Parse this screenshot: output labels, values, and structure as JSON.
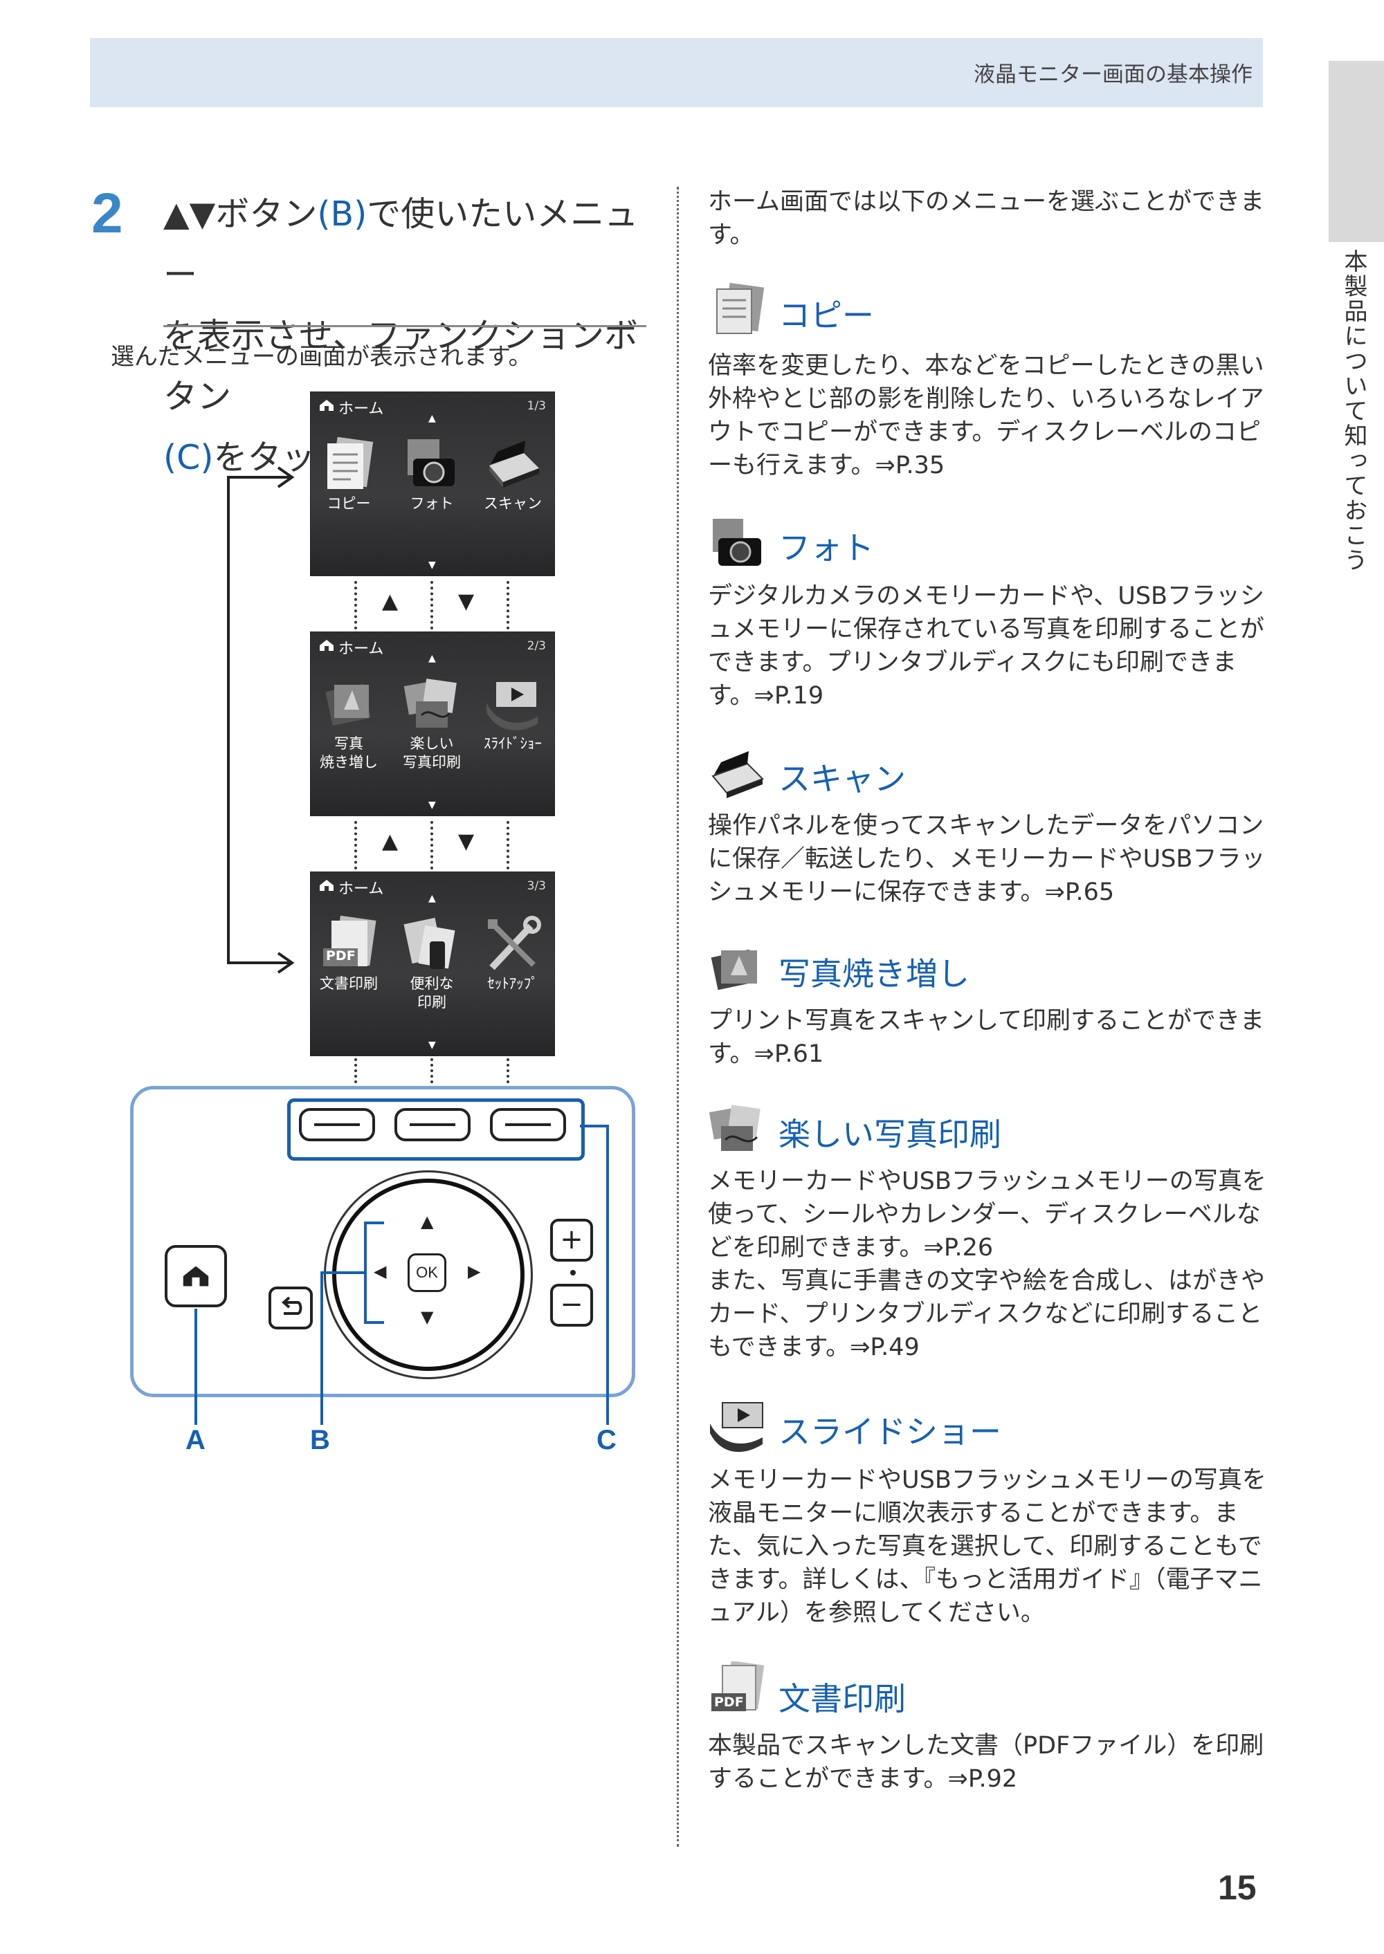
{
  "header": {
    "title": "液晶モニター画面の基本操作"
  },
  "side_tab": {
    "label": "本製品について知っておこう"
  },
  "step": {
    "number": "2",
    "title_parts": [
      "▲▼ボタン",
      "(B)",
      "で使いたいメニュー",
      "を表示させ、ファンクションボタン",
      "(C)",
      "をタッチする"
    ],
    "subtitle": "選んだメニューの画面が表示されます。"
  },
  "screens": [
    {
      "home_label": "ホーム",
      "page": "1/3",
      "items": [
        "コピー",
        "フォト",
        "スキャン"
      ]
    },
    {
      "home_label": "ホーム",
      "page": "2/3",
      "items": [
        "写真\n焼き増し",
        "楽しい\n写真印刷",
        "ｽﾗｲﾄﾞｼｮｰ"
      ]
    },
    {
      "home_label": "ホーム",
      "page": "3/3",
      "items": [
        "文書印刷",
        "便利な\n印刷",
        "ｾｯﾄｱｯﾌﾟ"
      ]
    }
  ],
  "pdf_badge": "PDF",
  "nav_symbols": {
    "up": "▲",
    "down": "▼",
    "left": "◀",
    "right": "▶",
    "ok": "OK",
    "plus": "+",
    "minus": "−"
  },
  "callouts": {
    "a": "A",
    "b": "B",
    "c": "C"
  },
  "intro": "ホーム画面では以下のメニューを選ぶことができます。",
  "sections": [
    {
      "heading": "コピー",
      "icon": "copy-icon",
      "body": "倍率を変更したり、本などをコピーしたときの黒い外枠やとじ部の影を削除したり、いろいろなレイアウトでコピーができます。ディスクレーベルのコピーも行えます。⇒P.35"
    },
    {
      "heading": "フォト",
      "icon": "photo-icon",
      "body": "デジタルカメラのメモリーカードや、USBフラッシュメモリーに保存されている写真を印刷することができます。プリンタブルディスクにも印刷できます。⇒P.19"
    },
    {
      "heading": "スキャン",
      "icon": "scan-icon",
      "body": "操作パネルを使ってスキャンしたデータをパソコンに保存／転送したり、メモリーカードやUSBフラッシュメモリーに保存できます。⇒P.65"
    },
    {
      "heading": "写真焼き増し",
      "icon": "photo-reprint-icon",
      "body": "プリント写真をスキャンして印刷することができます。⇒P.61"
    },
    {
      "heading": "楽しい写真印刷",
      "icon": "fun-photo-print-icon",
      "body": "メモリーカードやUSBフラッシュメモリーの写真を使って、シールやカレンダー、ディスクレーベルなどを印刷できます。⇒P.26\nまた、写真に手書きの文字や絵を合成し、はがきやカード、プリンタブルディスクなどに印刷することもできます。⇒P.49"
    },
    {
      "heading": "スライドショー",
      "icon": "slideshow-icon",
      "body": "メモリーカードやUSBフラッシュメモリーの写真を液晶モニターに順次表示することができます。また、気に入った写真を選択して、印刷することもできます。詳しくは、『もっと活用ガイド』（電子マニュアル）を参照してください。"
    },
    {
      "heading": "文書印刷",
      "icon": "document-print-icon",
      "body": "本製品でスキャンした文書（PDFファイル）を印刷することができます。⇒P.92"
    }
  ],
  "page_number": "15"
}
